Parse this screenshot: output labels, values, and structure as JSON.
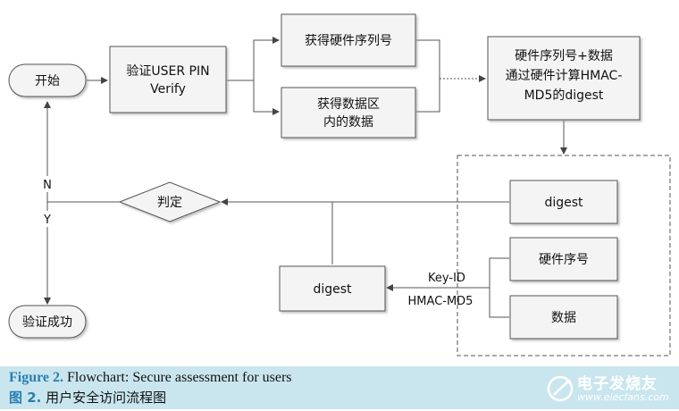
{
  "nodes": {
    "start": "开始",
    "verify_pin": [
      "验证USER PIN",
      "Verify"
    ],
    "get_serial": "获得硬件序列号",
    "get_data": [
      "获得数据区",
      "内的数据"
    ],
    "compute": [
      "硬件序列号+数据",
      "通过硬件计算HMAC-",
      "MD5的digest"
    ],
    "decision": "判定",
    "success": "验证成功",
    "digest_top": "digest",
    "serial_no": "硬件序号",
    "data_box": "数据",
    "digest_result": "digest"
  },
  "labels": {
    "no": "N",
    "yes": "Y",
    "key_id": "Key-ID",
    "hmac": "HMAC-MD5"
  },
  "caption": {
    "en_label": "Figure 2.",
    "en_text": " Flowchart: Secure assessment for users",
    "cn_label": "图 2.",
    "cn_text": " 用户安全访问流程图"
  },
  "watermark": {
    "cn": "电子发烧友",
    "url": "www.elecfans.com"
  },
  "colors": {
    "box_fill": "#f4f4f4",
    "line": "#555555",
    "caption_bg": "#c9e6ef",
    "caption_num": "#2a7fb0"
  }
}
